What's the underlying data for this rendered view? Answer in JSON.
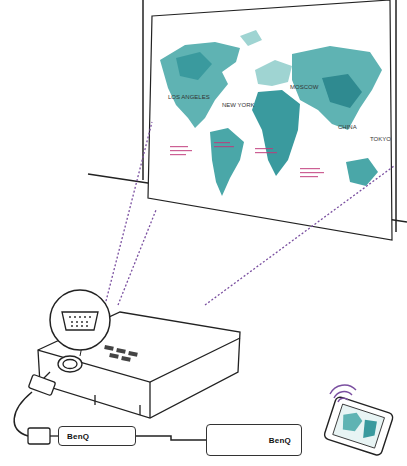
{
  "diagram": {
    "nodes": [
      {
        "text": [
          "BenQ"
        ]
      },
      {
        "text": [
          "BenQ"
        ]
      }
    ],
    "edges": [
      {
        "from": 0,
        "to": 1,
        "arrow": "none"
      }
    ],
    "labels": [
      "LOS ANGELES",
      "NEW YORK",
      "MOSCOW",
      "CHINA",
      "TOKYO"
    ]
  }
}
